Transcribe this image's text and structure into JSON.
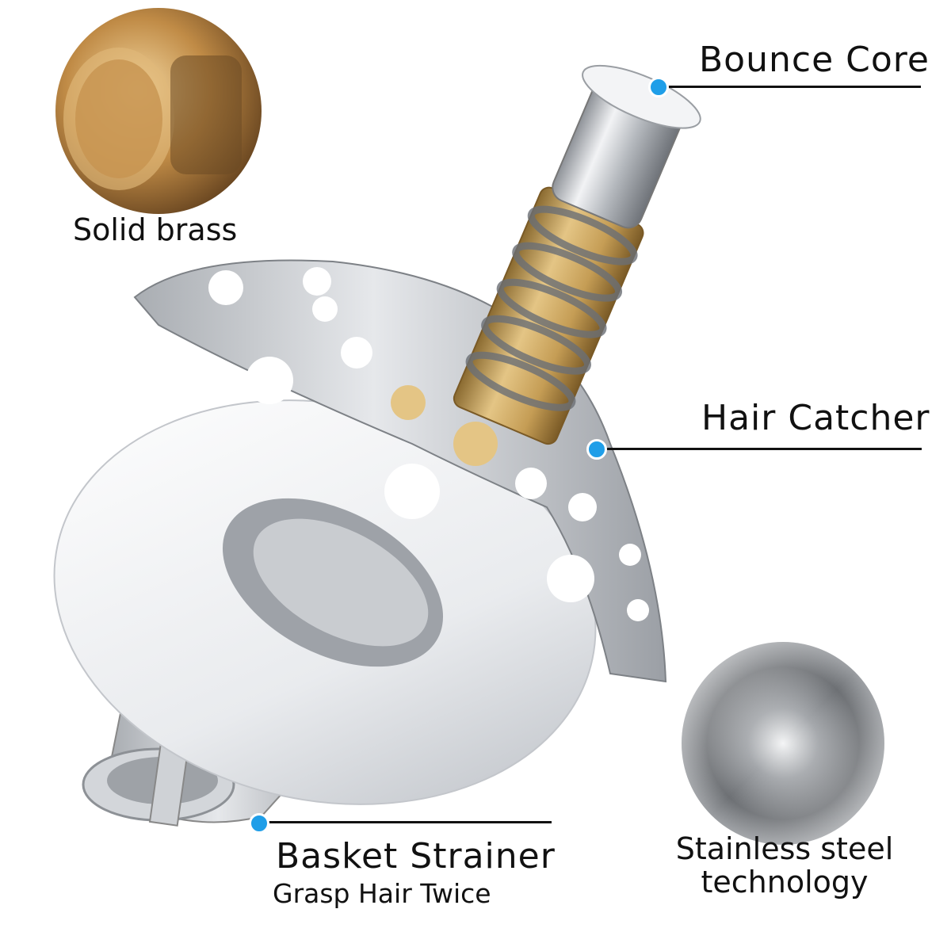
{
  "labels": {
    "bounce_core": "Bounce Core",
    "solid_brass": "Solid brass",
    "hair_catcher": "Hair Catcher",
    "basket_strainer": "Basket Strainer",
    "grasp_hair": "Grasp Hair Twice",
    "stainless_line1": "Stainless steel",
    "stainless_line2": "technology"
  },
  "colors": {
    "callout_dot": "#1f9ee8",
    "brass": "#c9a15a",
    "steel": "#c8cbd0"
  }
}
